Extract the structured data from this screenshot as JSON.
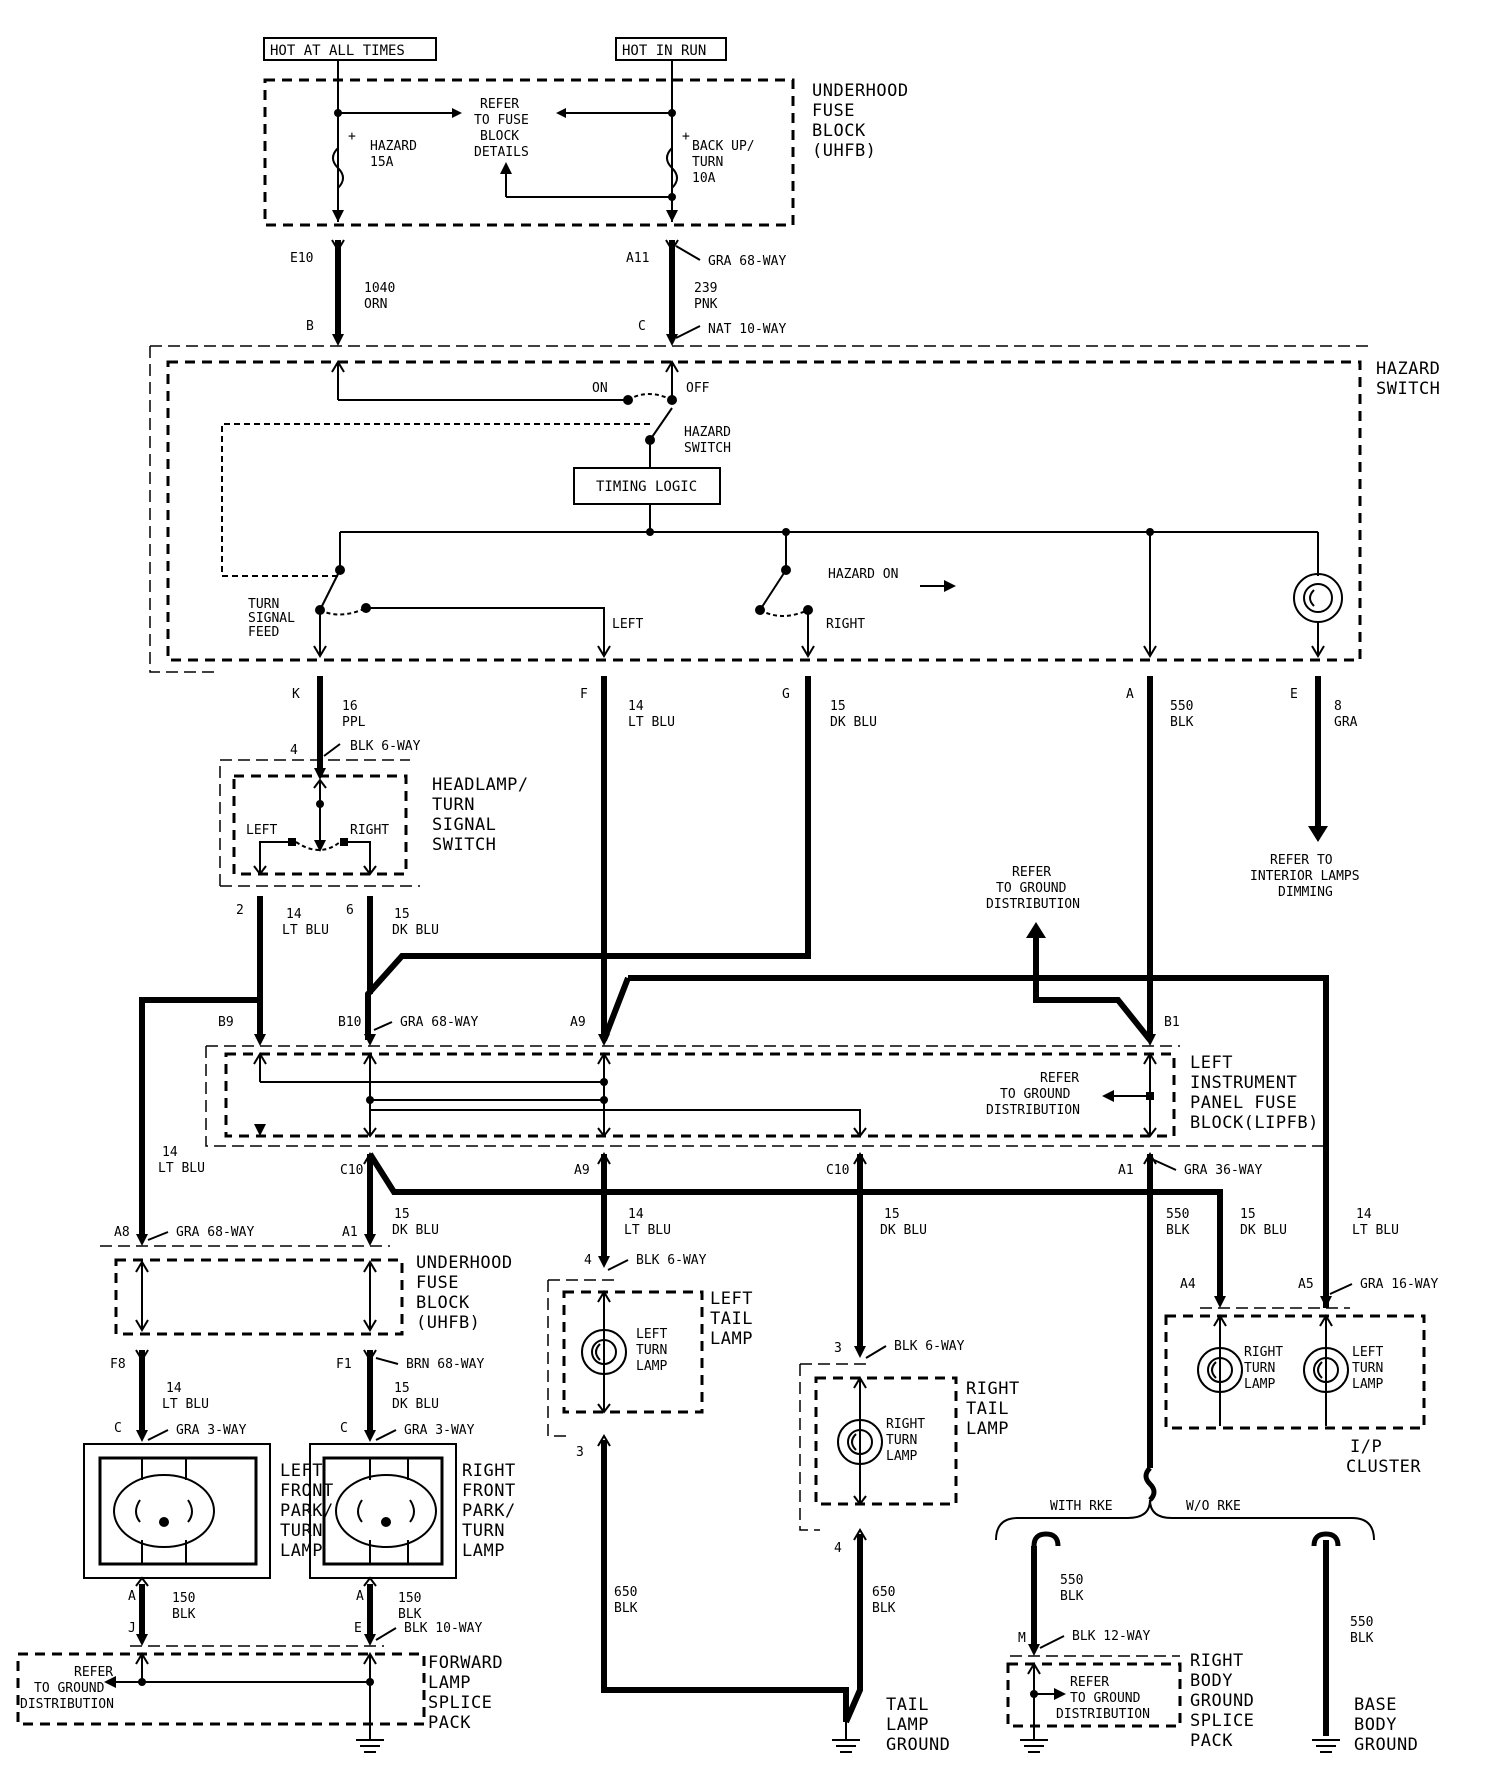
{
  "source_labels": {
    "hot_at_all_times": "HOT AT ALL TIMES",
    "hot_in_run": "HOT IN RUN"
  },
  "uhfb_top": {
    "title": [
      "UNDERHOOD",
      "FUSE",
      "BLOCK",
      "(UHFB)"
    ],
    "refer": [
      "REFER",
      "TO FUSE",
      "BLOCK",
      "DETAILS"
    ],
    "fuse_hazard": [
      "HAZARD",
      "15A"
    ],
    "fuse_backup": [
      "BACK UP/",
      "TURN",
      "10A"
    ],
    "plus": "+"
  },
  "connectors_top": {
    "e10": "E10",
    "a11": "A11",
    "gra68": "GRA 68-WAY",
    "b": "B",
    "c": "C",
    "nat10": "NAT 10-WAY",
    "wire_1040": [
      "1040",
      "ORN"
    ],
    "wire_239": [
      "239",
      "PNK"
    ]
  },
  "hazard_switch": {
    "title": [
      "HAZARD",
      "SWITCH"
    ],
    "on": "ON",
    "off": "OFF",
    "hazard_switch_label": [
      "HAZARD",
      "SWITCH"
    ],
    "timing_logic": "TIMING LOGIC",
    "turn_signal_feed": [
      "TURN",
      "SIGNAL",
      "FEED"
    ],
    "left": "LEFT",
    "right": "RIGHT",
    "hazard_on": "HAZARD ON"
  },
  "switch_outputs": {
    "k": "K",
    "f": "F",
    "g": "G",
    "a": "A",
    "e": "E",
    "w16": [
      "16",
      "PPL"
    ],
    "w14": [
      "14",
      "LT BLU"
    ],
    "w15": [
      "15",
      "DK BLU"
    ],
    "w550": [
      "550",
      "BLK"
    ],
    "w8": [
      "8",
      "GRA"
    ],
    "refer_interior": [
      "REFER TO",
      "INTERIOR LAMPS",
      "DIMMING"
    ]
  },
  "headlamp_switch": {
    "pin4": "4",
    "blk6": "BLK 6-WAY",
    "title": [
      "HEADLAMP/",
      "TURN",
      "SIGNAL",
      "SWITCH"
    ],
    "left": "LEFT",
    "right": "RIGHT",
    "pin2": "2",
    "pin6": "6",
    "w14": [
      "14",
      "LT BLU"
    ],
    "w15": [
      "15",
      "DK BLU"
    ]
  },
  "refer_ground_top": [
    "REFER",
    "TO GROUND",
    "DISTRIBUTION"
  ],
  "lipfb": {
    "b9": "B9",
    "b10": "B10",
    "gra68": "GRA 68-WAY",
    "a9": "A9",
    "b1": "B1",
    "title": [
      "LEFT",
      "INSTRUMENT",
      "PANEL FUSE",
      "BLOCK(LIPFB)"
    ],
    "refer": [
      "REFER",
      "TO GROUND",
      "DISTRIBUTION"
    ],
    "c10a": "C10",
    "a9b": "A9",
    "c10b": "C10",
    "a1": "A1",
    "gra36": "GRA 36-WAY"
  },
  "mid_wires": {
    "w14_left": [
      "14",
      "LT BLU"
    ],
    "w15_a": [
      "15",
      "DK BLU"
    ],
    "w14_mid": [
      "14",
      "LT BLU"
    ],
    "w15_mid": [
      "15",
      "DK BLU"
    ],
    "w550": [
      "550",
      "BLK"
    ],
    "w15_r": [
      "15",
      "DK BLU"
    ],
    "w14_r": [
      "14",
      "LT BLU"
    ]
  },
  "uhfb_bottom": {
    "a8": "A8",
    "gra68": "GRA 68-WAY",
    "a1": "A1",
    "title": [
      "UNDERHOOD",
      "FUSE",
      "BLOCK",
      "(UHFB)"
    ],
    "f8": "F8",
    "f1": "F1",
    "brn68": "BRN 68-WAY",
    "w14": [
      "14",
      "LT BLU"
    ],
    "w15": [
      "15",
      "DK BLU"
    ]
  },
  "front_lamps": {
    "c1": "C",
    "gra3a": "GRA 3-WAY",
    "c2": "C",
    "gra3b": "GRA 3-WAY",
    "left_title": [
      "LEFT",
      "FRONT",
      "PARK/",
      "TURN",
      "LAMP"
    ],
    "right_title": [
      "RIGHT",
      "FRONT",
      "PARK/",
      "TURN",
      "LAMP"
    ],
    "a1": "A",
    "a2": "A",
    "w150a": [
      "150",
      "BLK"
    ],
    "w150b": [
      "150",
      "BLK"
    ],
    "j": "J",
    "e": "E",
    "blk10": "BLK 10-WAY"
  },
  "forward_splice": {
    "refer": [
      "REFER",
      "TO GROUND",
      "DISTRIBUTION"
    ],
    "title": [
      "FORWARD",
      "LAMP",
      "SPLICE",
      "PACK"
    ]
  },
  "left_tail": {
    "pin4": "4",
    "blk6": "BLK 6-WAY",
    "title": [
      "LEFT",
      "TAIL",
      "LAMP"
    ],
    "lamp": [
      "LEFT",
      "TURN",
      "LAMP"
    ],
    "pin3": "3",
    "w650": [
      "650",
      "BLK"
    ]
  },
  "right_tail": {
    "pin3": "3",
    "blk6": "BLK 6-WAY",
    "title": [
      "RIGHT",
      "TAIL",
      "LAMP"
    ],
    "lamp": [
      "RIGHT",
      "TURN",
      "LAMP"
    ],
    "pin4": "4",
    "w650": [
      "650",
      "BLK"
    ]
  },
  "tail_ground": [
    "TAIL",
    "LAMP",
    "GROUND"
  ],
  "ip_cluster": {
    "a4": "A4",
    "a5": "A5",
    "gra16": "GRA 16-WAY",
    "right_lamp": [
      "RIGHT",
      "TURN",
      "LAMP"
    ],
    "left_lamp": [
      "LEFT",
      "TURN",
      "LAMP"
    ],
    "title": [
      "I/P",
      "CLUSTER"
    ]
  },
  "rke": {
    "with": "WITH RKE",
    "without": "W/O RKE",
    "w550a": [
      "550",
      "BLK"
    ],
    "w550b": [
      "550",
      "BLK"
    ],
    "m": "M",
    "blk12": "BLK 12-WAY",
    "refer": [
      "REFER",
      "TO GROUND",
      "DISTRIBUTION"
    ],
    "splice_title": [
      "RIGHT",
      "BODY",
      "GROUND",
      "SPLICE",
      "PACK"
    ],
    "base_ground": [
      "BASE",
      "BODY",
      "GROUND"
    ]
  }
}
